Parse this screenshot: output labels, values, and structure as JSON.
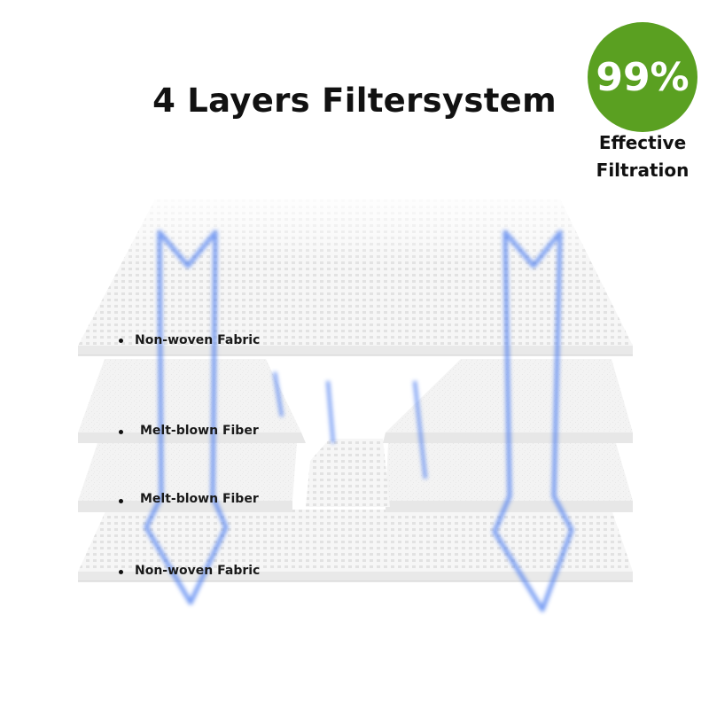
{
  "title": "4 Layers Filtersystem",
  "badge": {
    "value": "99%",
    "caption_line1": "Effective",
    "caption_line2": "Filtration",
    "color": "#5aa021"
  },
  "layers": [
    {
      "label": "Non-woven Fabric"
    },
    {
      "label": "Melt-blown Fiber"
    },
    {
      "label": "Melt-blown Fiber"
    },
    {
      "label": "Non-woven Fabric"
    }
  ],
  "arrow_color": "#4f7ff0"
}
